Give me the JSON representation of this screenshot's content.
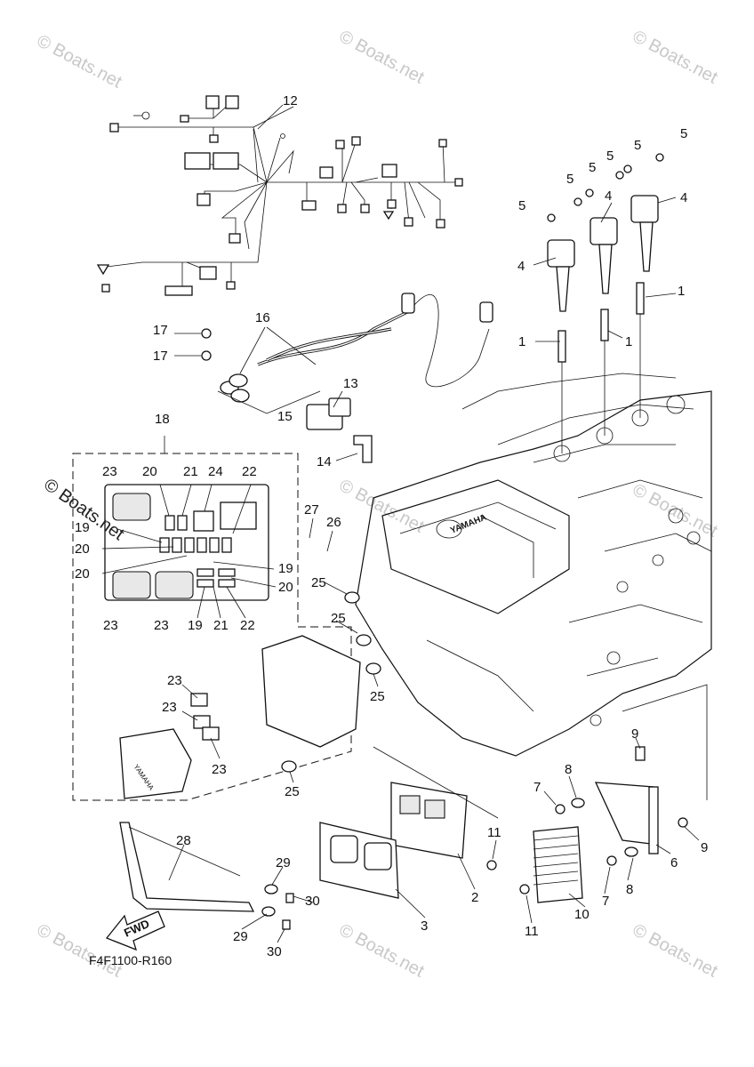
{
  "diagram_code": "F4F1100-R160",
  "watermarks": [
    "© Boats.net",
    "© Boats.net",
    "© Boats.net",
    "© Boats.net",
    "© Boats.net",
    "© Boats.net",
    "© Boats.net",
    "© Boats.net",
    "© Boats.net"
  ],
  "badge": {
    "fwd": "FWD",
    "logo": "YAMAHA"
  },
  "callouts": {
    "c1a": "1",
    "c1b": "1",
    "c1c": "1",
    "c2": "2",
    "c3": "3",
    "c4a": "4",
    "c4b": "4",
    "c4c": "4",
    "c5a": "5",
    "c5b": "5",
    "c5c": "5",
    "c5d": "5",
    "c5e": "5",
    "c6": "6",
    "c7a": "7",
    "c7b": "7",
    "c8a": "8",
    "c8b": "8",
    "c9a": "9",
    "c9b": "9",
    "c10": "10",
    "c11a": "11",
    "c11b": "11",
    "c12": "12",
    "c13": "13",
    "c14": "14",
    "c15": "15",
    "c16": "16",
    "c17a": "17",
    "c17b": "17",
    "c18": "18",
    "c19a": "19",
    "c19b": "19",
    "c19c": "19",
    "c20a": "20",
    "c20b": "20",
    "c20c": "20",
    "c20d": "20",
    "c21a": "21",
    "c21b": "21",
    "c22a": "22",
    "c22b": "22",
    "c23a": "23",
    "c23b": "23",
    "c23c": "23",
    "c23d": "23",
    "c23e": "23",
    "c23f": "23",
    "c24": "24",
    "c25a": "25",
    "c25b": "25",
    "c25c": "25",
    "c25d": "25",
    "c26": "26",
    "c27": "27",
    "c28": "28",
    "c29a": "29",
    "c29b": "29",
    "c30a": "30",
    "c30b": "30"
  }
}
